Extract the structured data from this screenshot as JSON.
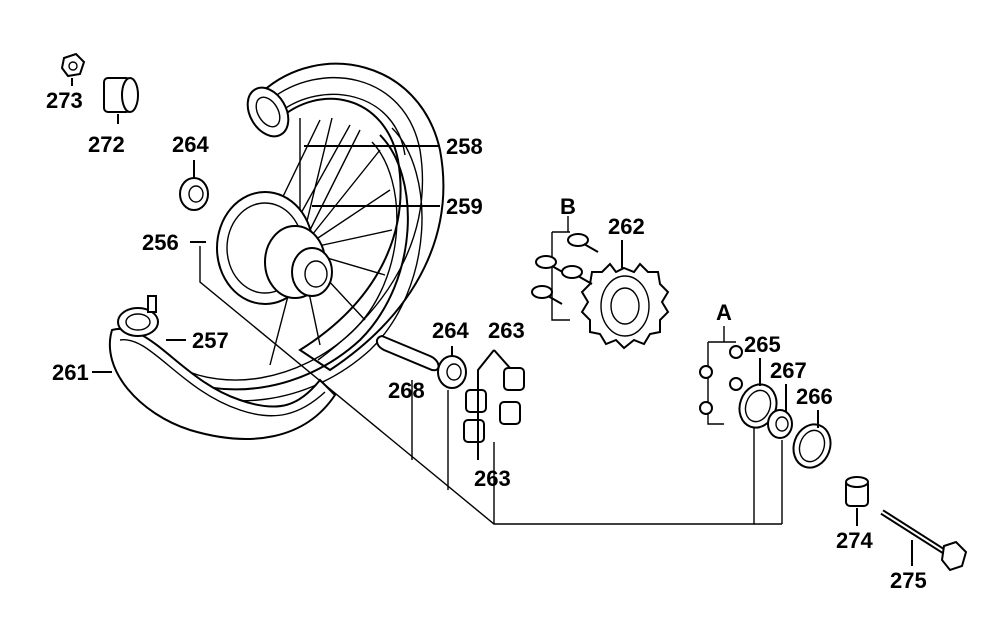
{
  "labels": {
    "p256": "256",
    "p257": "257",
    "p258": "258",
    "p259": "259",
    "p261": "261",
    "p262": "262",
    "p263a": "263",
    "p263b": "263",
    "p264a": "264",
    "p264b": "264",
    "p265": "265",
    "p266": "266",
    "p267": "267",
    "p268": "268",
    "p272": "272",
    "p273": "273",
    "p274": "274",
    "p275": "275",
    "groupA": "A",
    "groupB": "B"
  },
  "colors": {
    "ink": "#000000",
    "paper": "#ffffff"
  }
}
